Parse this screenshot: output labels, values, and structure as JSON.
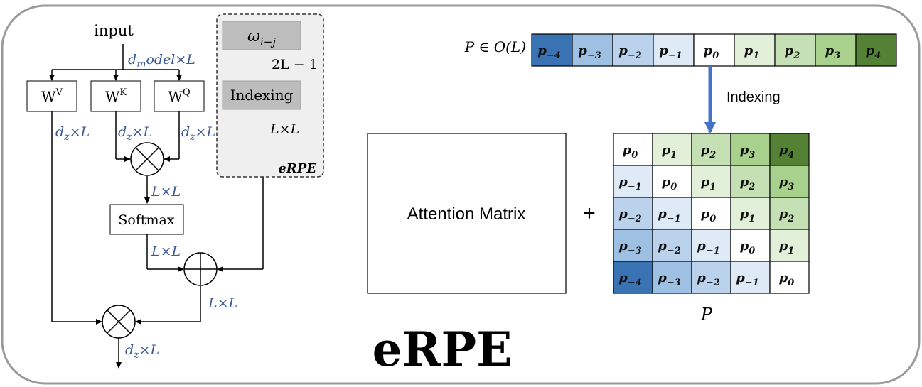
{
  "title": "eRPE",
  "left_flow": {
    "input_label": "input",
    "input_dim": "d_model×L",
    "wv": "W",
    "wv_sup": "V",
    "wk": "W",
    "wk_sup": "K",
    "wq": "W",
    "wq_sup": "Q",
    "dz_v": "d_z×L",
    "dz_k": "d_z×L",
    "dz_q": "d_z×L",
    "after_mult": "L×L",
    "softmax": "Softmax",
    "after_softmax": "L×L",
    "after_add": "L×L",
    "output_dim": "d_z×L"
  },
  "erpe_box": {
    "omega": "ω_{i−j}",
    "length": "2L − 1",
    "indexing": "Indexing",
    "indexing_out": "L×L",
    "label": "eRPE"
  },
  "right": {
    "vector_label": "P ∈ O(L)",
    "vector": [
      "p_{−4}",
      "p_{−3}",
      "p_{−2}",
      "p_{−1}",
      "p_0",
      "p_1",
      "p_2",
      "p_3",
      "p_4"
    ],
    "indexing_label": "Indexing",
    "attention_label": "Attention Matrix",
    "plus": "+",
    "matrix_label": "P",
    "matrix": [
      [
        "p_0",
        "p_1",
        "p_2",
        "p_3",
        "p_4"
      ],
      [
        "p_{−1}",
        "p_0",
        "p_1",
        "p_2",
        "p_3"
      ],
      [
        "p_{−2}",
        "p_{−1}",
        "p_0",
        "p_1",
        "p_2"
      ],
      [
        "p_{−3}",
        "p_{−2}",
        "p_{−1}",
        "p_0",
        "p_1"
      ],
      [
        "p_{−4}",
        "p_{−3}",
        "p_{−2}",
        "p_{−1}",
        "p_0"
      ]
    ]
  },
  "colors": {
    "neg4": "#3a73b4",
    "neg3": "#9dc0e3",
    "neg2": "#bad2ec",
    "neg1": "#deeaf6",
    "zero": "#ffffff",
    "pos1": "#e2f0d9",
    "pos2": "#c5e0b4",
    "pos3": "#a9d18e",
    "pos4": "#548235",
    "accent_arrow": "#4472c4",
    "dim_text": "#3b5a96"
  }
}
